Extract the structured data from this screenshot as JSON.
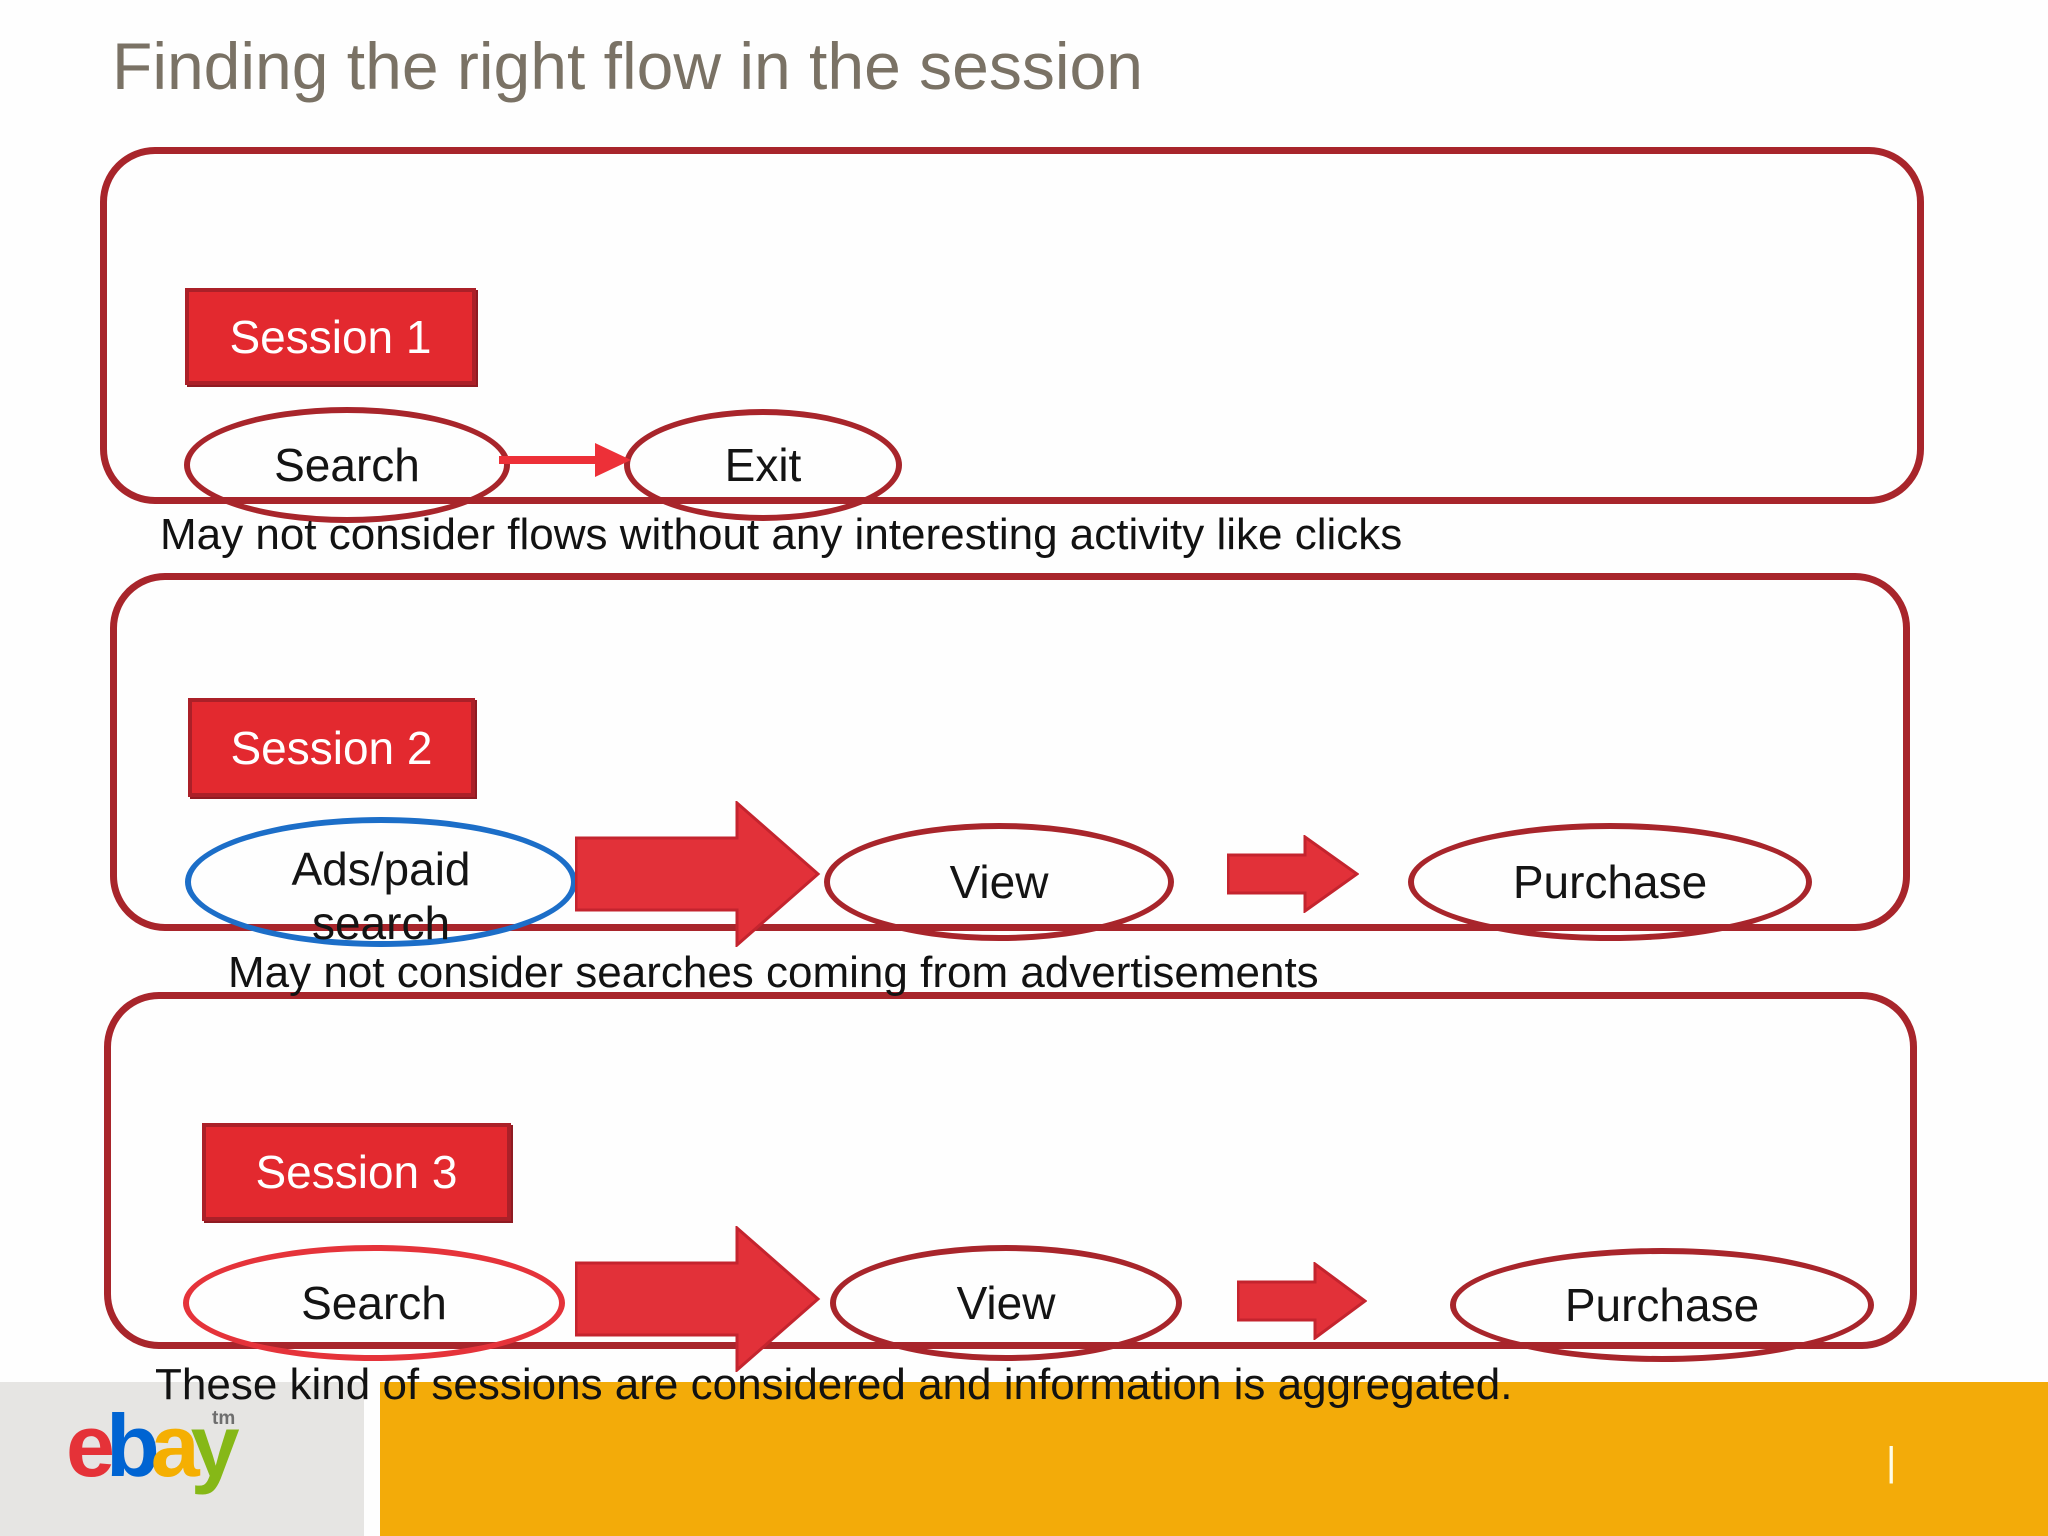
{
  "slide": {
    "title": "Finding the right flow in the session",
    "sessions": [
      {
        "label": "Session 1",
        "nodes": [
          "Search",
          "Exit"
        ],
        "caption": "May not consider flows without any interesting activity like clicks"
      },
      {
        "label": "Session 2",
        "nodes": [
          "Ads/paid search",
          "View",
          "Purchase"
        ],
        "caption": "May not consider searches coming from advertisements"
      },
      {
        "label": "Session 3",
        "nodes": [
          "Search",
          "View",
          "Purchase"
        ],
        "caption": "These kind of sessions are considered and information is aggregated."
      }
    ]
  },
  "footer": {
    "brand": {
      "letters": [
        "e",
        "b",
        "a",
        "y"
      ],
      "trademark": "tm"
    },
    "page_marker": "|"
  },
  "colors": {
    "container_border": "#a8252b",
    "session_box_fill": "#e3292f",
    "arrow_red": "#e23139",
    "bright_red": "#e5333a",
    "ads_ellipse_blue": "#1c6ec8",
    "title_gray": "#7a7265",
    "footer_orange": "#f3ab09",
    "footer_gray": "#e6e5e3",
    "ebay_red": "#e53238",
    "ebay_blue": "#0064d2",
    "ebay_yellow": "#f5af02",
    "ebay_green": "#86b817"
  }
}
